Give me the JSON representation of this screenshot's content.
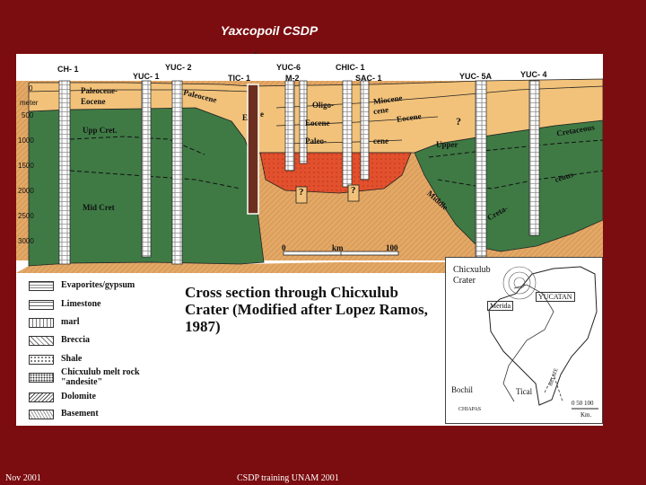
{
  "slide": {
    "title": "Yaxcopoil CSDP",
    "footer_left": "Nov 2001",
    "footer_center": "CSDP training UNAM 2001"
  },
  "section": {
    "depth_unit": "meter",
    "depth_ticks": [
      "0",
      "500",
      "1000",
      "1500",
      "2000",
      "2500",
      "3000"
    ],
    "wells": {
      "ch1": "CH- 1",
      "yuc1": "YUC- 1",
      "yuc2": "YUC- 2",
      "tic1": "TIC- 1",
      "yuc6": "YUC-6",
      "m2": "M-2",
      "chic1": "CHIC- 1",
      "sac1": "SAC- 1",
      "yuc5a": "YUC- 5A",
      "yuc4": "YUC- 4"
    },
    "units": {
      "paleocene_eocene_1": "Paleocene-",
      "paleocene_eocene_2": "Eocene",
      "paleocene": "Paleocene",
      "eocene_tic": "E",
      "eocene_tic2": "e",
      "oligo": "Oligo-",
      "eocene": "Eocene",
      "paleo": "Paleo-",
      "cene": "cene",
      "miocene": "Miocene",
      "cene2": "cene",
      "eocene_right": "Eocene",
      "upp_cret": "Upp Cret.",
      "mid_cret": "Mid Cret",
      "upper": "Upper",
      "cretaceous": "Cretaceous",
      "ceous": "ceous",
      "middle": "Middle",
      "creta": "Creta-",
      "qmark": "?"
    },
    "scale_bar": {
      "start": "0",
      "unit": "km",
      "end": "100"
    }
  },
  "legend": [
    {
      "label": "Evaporites/gypsum",
      "pattern": "evaporite"
    },
    {
      "label": "Limestone",
      "pattern": "limestone"
    },
    {
      "label": "marl",
      "pattern": "marl"
    },
    {
      "label": "Breccia",
      "pattern": "breccia"
    },
    {
      "label": "Shale",
      "pattern": "shale"
    },
    {
      "label": "Chicxulub melt rock",
      "label2": "\"andesite\"",
      "pattern": "melt"
    },
    {
      "label": "Dolomite",
      "pattern": "dolomite"
    },
    {
      "label": "Basement",
      "pattern": "basement"
    }
  ],
  "caption": "Cross section through Chicxulub Crater (Modified after Lopez Ramos, 1987)",
  "inset": {
    "crater": "Chicxulub",
    "crater2": "Crater",
    "state": "YUCATAN",
    "city": "Merida",
    "bochil": "Bochil",
    "tical": "Tical",
    "belize": "BELIZE",
    "chiapas": "CHIAPAS",
    "scale": "0  50 100",
    "scale_unit": "Km."
  },
  "colors": {
    "background": "#7b0c0f",
    "cretaceous": "#3f7a45",
    "tertiary": "#f2c27a",
    "basement": "#e3a866",
    "melt": "#e2502d",
    "core_marker": "#6b2e1f"
  }
}
